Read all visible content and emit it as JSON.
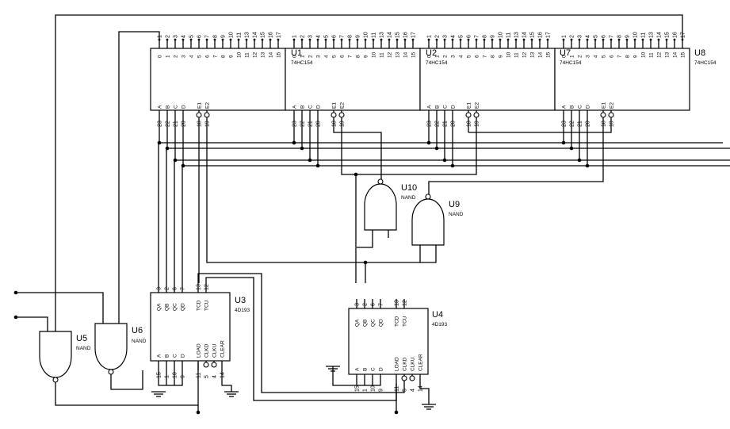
{
  "decoders": [
    {
      "ref": "U1",
      "type": "74HC154"
    },
    {
      "ref": "U2",
      "type": "74HC154"
    },
    {
      "ref": "U7",
      "type": "74HC154"
    },
    {
      "ref": "U8",
      "type": "74HC154"
    }
  ],
  "decoder_pins": {
    "top_outputs": [
      "0",
      "1",
      "2",
      "3",
      "4",
      "5",
      "6",
      "7",
      "8",
      "9",
      "10",
      "11",
      "12",
      "13",
      "14",
      "15"
    ],
    "top_pin_numbers": [
      "1",
      "2",
      "3",
      "4",
      "5",
      "6",
      "7",
      "8",
      "9",
      "10",
      "11",
      "13",
      "14",
      "15",
      "16",
      "17"
    ],
    "bottom_labels": [
      "A",
      "B",
      "C",
      "D",
      "E1",
      "E2"
    ],
    "bottom_pin_numbers": [
      "23",
      "22",
      "21",
      "20",
      "18",
      "19"
    ]
  },
  "counters": [
    {
      "ref": "U3",
      "type": "4D193"
    },
    {
      "ref": "U4",
      "type": "4D193"
    }
  ],
  "counter_pins": {
    "top_labels": [
      "QA",
      "QB",
      "QC",
      "QD",
      "TCD",
      "TCU"
    ],
    "top_pin_numbers": [
      "3",
      "2",
      "6",
      "7",
      "13",
      "12"
    ],
    "bottom_labels": [
      "A",
      "B",
      "C",
      "D",
      "LOAD",
      "CLKD",
      "CLKU",
      "CLEAR"
    ],
    "bottom_pin_numbers": [
      "15",
      "1",
      "10",
      "9",
      "11",
      "5",
      "4",
      "14"
    ]
  },
  "gates": [
    {
      "ref": "U5",
      "type": "NAND"
    },
    {
      "ref": "U6",
      "type": "NAND"
    },
    {
      "ref": "U10",
      "type": "NAND"
    },
    {
      "ref": "U9",
      "type": "NAND"
    }
  ]
}
